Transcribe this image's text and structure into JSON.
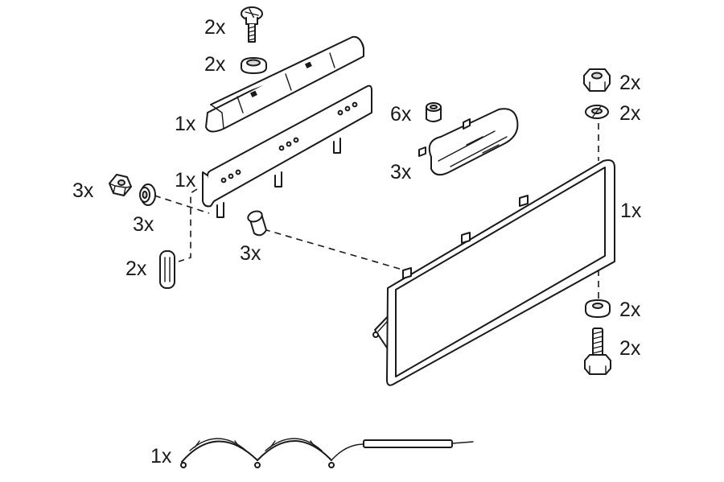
{
  "diagram": {
    "labels": {
      "screw_top": "2x",
      "spacer_top": "2x",
      "lamp_cover": "1x",
      "lamp_housing": "1x",
      "bulb_holder_small": "6x",
      "bulb": "3x",
      "nut_left": "3x",
      "washer_left": "3x",
      "spacer_mid": "3x",
      "clip_left": "2x",
      "nut_right": "2x",
      "lock_washer_right": "2x",
      "backplate": "1x",
      "washer_bottom": "2x",
      "bolt_bottom": "2x",
      "cable_harness": "1x"
    }
  }
}
